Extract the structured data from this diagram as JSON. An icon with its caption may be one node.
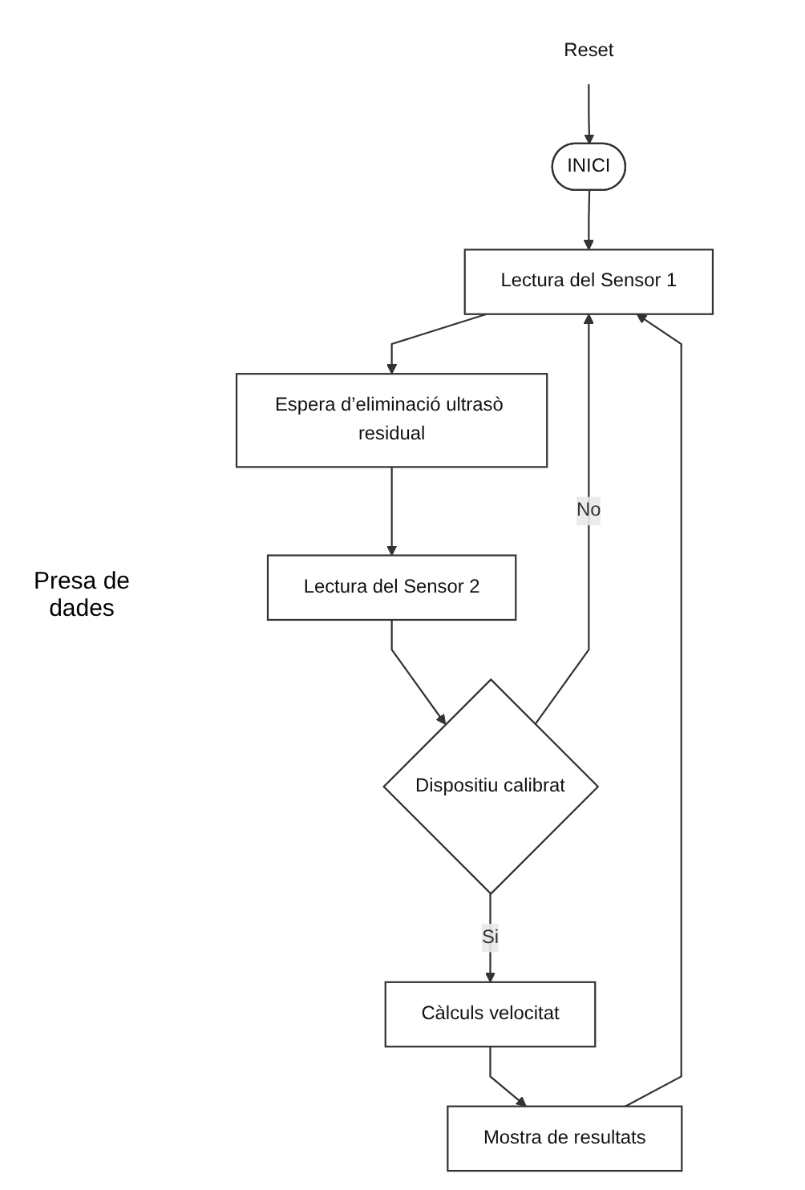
{
  "diagram": {
    "nodes": [
      {
        "text": [
          "INICI"
        ]
      },
      {
        "text": [
          "Reset"
        ]
      },
      {
        "text": [
          "Lectura del Sensor 1"
        ]
      },
      {
        "text": [
          "Espera d’eliminació ultrasò residual"
        ]
      },
      {
        "text": [
          "Lectura del Sensor 2"
        ]
      },
      {
        "text": [
          "Dispositiu calibrat"
        ]
      },
      {
        "text": [
          "Càlculs velocitat"
        ]
      },
      {
        "text": [
          "Mostra de resultats"
        ]
      }
    ],
    "edges": [
      {
        "from": 1,
        "to": 0,
        "arrow": "to"
      },
      {
        "from": 0,
        "to": 2,
        "arrow": "to"
      },
      {
        "from": 2,
        "to": 3,
        "arrow": "to"
      },
      {
        "from": 3,
        "to": 4,
        "arrow": "to"
      },
      {
        "from": 4,
        "to": 5,
        "arrow": "to"
      },
      {
        "from": 5,
        "to": 6,
        "arrow": "to",
        "label": "Si"
      },
      {
        "from": 6,
        "to": 7,
        "arrow": "to"
      },
      {
        "from": 5,
        "to": 2,
        "arrow": "to",
        "label": "No"
      },
      {
        "from": 7,
        "to": 2,
        "arrow": "to"
      }
    ],
    "labels": [
      "Presa de dades"
    ]
  }
}
